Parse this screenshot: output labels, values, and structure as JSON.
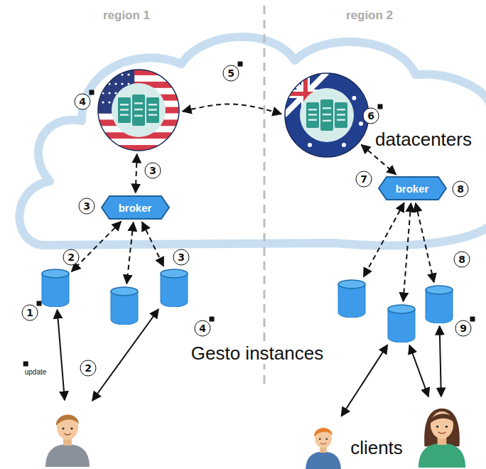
{
  "diagram": {
    "nodes": [
      {
        "text": []
      },
      {
        "text": []
      },
      {
        "text": [
          "broker"
        ]
      },
      {
        "text": [
          "broker"
        ]
      },
      {
        "text": []
      },
      {
        "text": []
      },
      {
        "text": []
      },
      {
        "text": []
      },
      {
        "text": []
      },
      {
        "text": []
      },
      {
        "text": []
      },
      {
        "text": []
      },
      {
        "text": []
      }
    ],
    "edges": [
      {
        "from": 0,
        "to": 1,
        "arrow": "both"
      },
      {
        "from": 0,
        "to": 2,
        "arrow": "both"
      },
      {
        "from": 2,
        "to": 4,
        "arrow": "both"
      },
      {
        "from": 2,
        "to": 5,
        "arrow": "both"
      },
      {
        "from": 2,
        "to": 6,
        "arrow": "both"
      },
      {
        "from": 1,
        "to": 3,
        "arrow": "both"
      },
      {
        "from": 3,
        "to": 7,
        "arrow": "both"
      },
      {
        "from": 3,
        "to": 8,
        "arrow": "both"
      },
      {
        "from": 3,
        "to": 9,
        "arrow": "both"
      },
      {
        "from": 4,
        "to": 10,
        "arrow": "both"
      },
      {
        "from": 6,
        "to": 10,
        "arrow": "both"
      },
      {
        "from": 8,
        "to": 11,
        "arrow": "both"
      },
      {
        "from": 8,
        "to": 12,
        "arrow": "both"
      },
      {
        "from": 9,
        "to": 12,
        "arrow": "both"
      }
    ],
    "labels": [
      "region 1",
      "region 2",
      "5",
      "4",
      "6",
      "datacenters",
      "3",
      "3",
      "7",
      "8",
      "2",
      "3",
      "8",
      "1",
      "4",
      "9",
      "Gesto instances",
      "2",
      "update",
      "clients"
    ]
  }
}
